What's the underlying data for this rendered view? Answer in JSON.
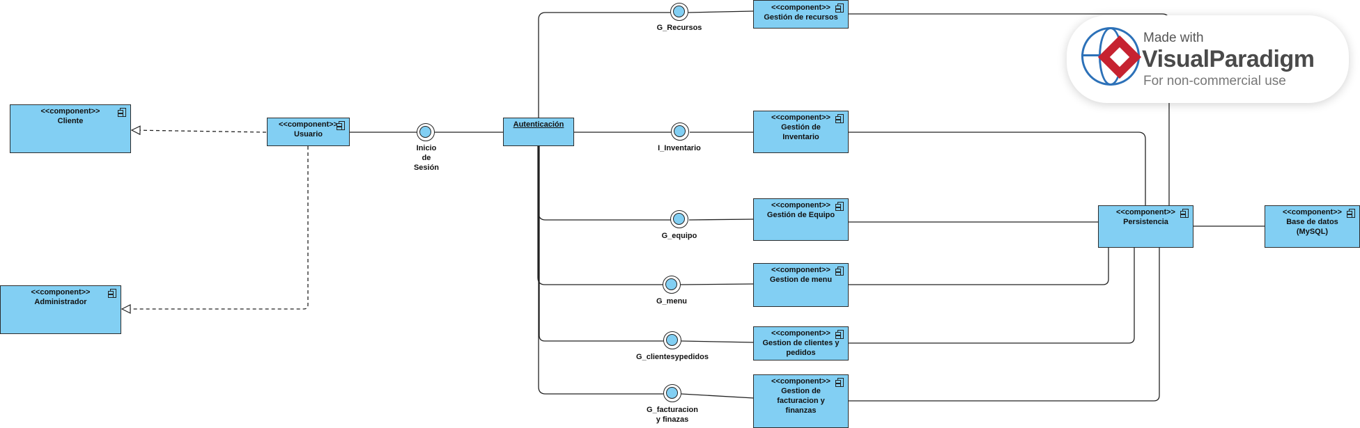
{
  "stereotype": "<<component>>",
  "components": {
    "cliente": "Cliente",
    "administrador": "Administrador",
    "usuario": "Usuario",
    "autenticacion": "Autenticación",
    "gestion_recursos": "Gestión de recursos",
    "gestion_inventario": "Gestión de Inventario",
    "gestion_equipo": "Gestión de Equipo",
    "gestion_menu": "Gestion de menu",
    "gestion_clientes": "Gestion de clientes y pedidos",
    "gestion_facturacion": "Gestion de facturacion y finanzas",
    "persistencia": "Persistencia",
    "base_datos": "Base de datos (MySQL)"
  },
  "interfaces": {
    "inicio_sesion": "Inicio\nde\nSesión",
    "g_recursos": "G_Recursos",
    "i_inventario": "I_Inventario",
    "g_equipo": "G_equipo",
    "g_menu": "G_menu",
    "g_clientes": "G_clientesypedidos",
    "g_facturacion": "G_facturacion\ny finazas"
  },
  "watermark": {
    "made_with": "Made with",
    "brand": "VisualParadigm",
    "note": "For non-commercial use"
  },
  "colors": {
    "component_fill": "#82cff3",
    "line": "#222222",
    "brand_red": "#c62230",
    "brand_blue": "#2c71b8"
  }
}
